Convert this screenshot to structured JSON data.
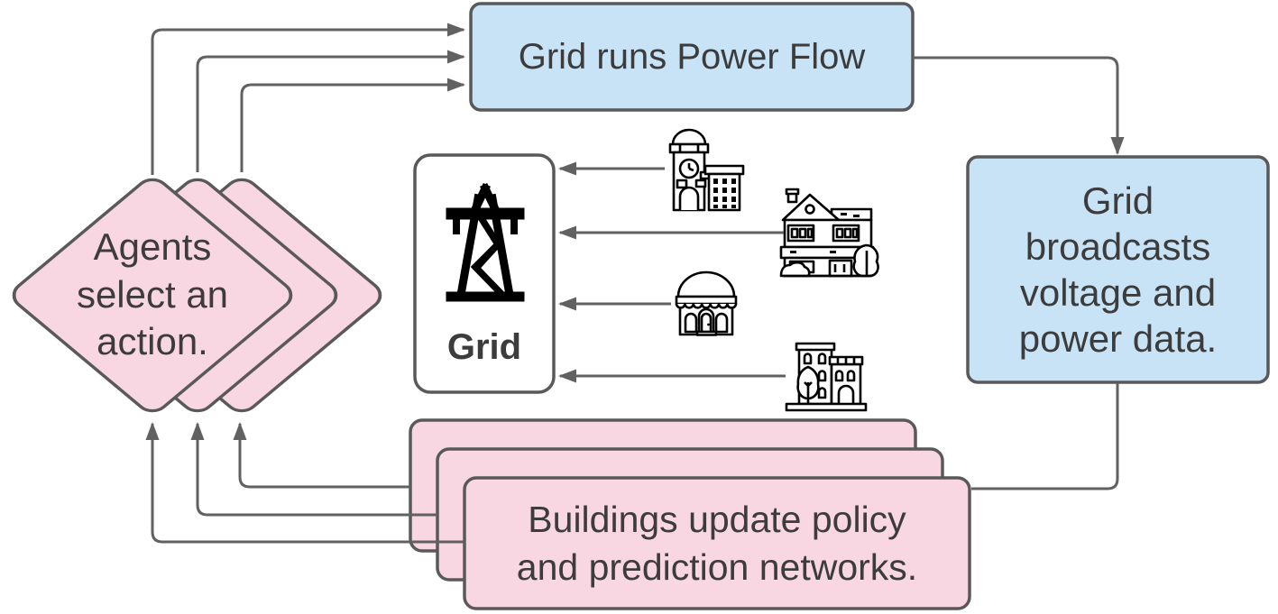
{
  "diagram": {
    "background": "#ffffff",
    "colors": {
      "blue_fill": "#c8e2f6",
      "pink_fill": "#f8d6e2",
      "white_fill": "#ffffff",
      "shape_border": "#595959",
      "connector": "#616161",
      "text": "#3c3c3c",
      "icon_stroke": "#000000"
    },
    "nodes": {
      "agents": {
        "label": "Agents\nselect an\naction.",
        "shape": "diamond",
        "stack_count": 3
      },
      "power_flow": {
        "label": "Grid runs Power Flow",
        "shape": "rounded-rectangle"
      },
      "grid": {
        "label": "Grid",
        "shape": "rounded-rectangle",
        "icon": "transmission-tower-icon"
      },
      "broadcast": {
        "label": "Grid\nbroadcasts\nvoltage and\npower data.",
        "shape": "rounded-rectangle"
      },
      "buildings": {
        "label": "Buildings update policy\nand prediction networks.",
        "shape": "rounded-rectangle",
        "stack_count": 3
      }
    },
    "building_icons": [
      {
        "name": "clock-tower-building-icon"
      },
      {
        "name": "house-icon"
      },
      {
        "name": "domed-building-icon"
      },
      {
        "name": "apartment-building-icon"
      }
    ]
  }
}
